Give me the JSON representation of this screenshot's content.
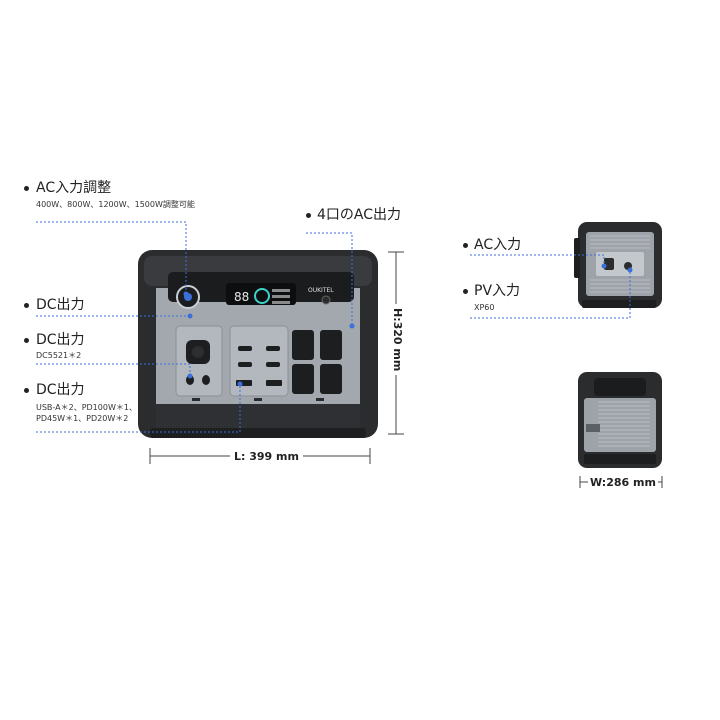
{
  "callouts": {
    "ac_input_adjust": {
      "title": "AC入力調整",
      "detail": "400W、800W、1200W、1500W調整可能"
    },
    "ac_outputs": {
      "title": "4口のAC出力"
    },
    "dc_output_1": {
      "title": "DC出力"
    },
    "dc_output_2": {
      "title": "DC出力",
      "detail": "DC5521＊2"
    },
    "dc_output_3": {
      "title": "DC出力",
      "detail_line1": "USB-A＊2、PD100W＊1、",
      "detail_line2": "PD45W＊1、PD20W＊2"
    },
    "ac_input": {
      "title": "AC入力"
    },
    "pv_input": {
      "title": "PV入力",
      "detail": "XP60"
    }
  },
  "dimensions": {
    "length": "L: 399 mm",
    "height": "H:320 mm",
    "width": "W:286 mm"
  },
  "device": {
    "brand": "OUKITEL",
    "display_value": "88"
  },
  "colors": {
    "callout_line": "#3b6fd9",
    "body_grey": "#9fa4aa",
    "shell_black": "#2b2c2e"
  }
}
